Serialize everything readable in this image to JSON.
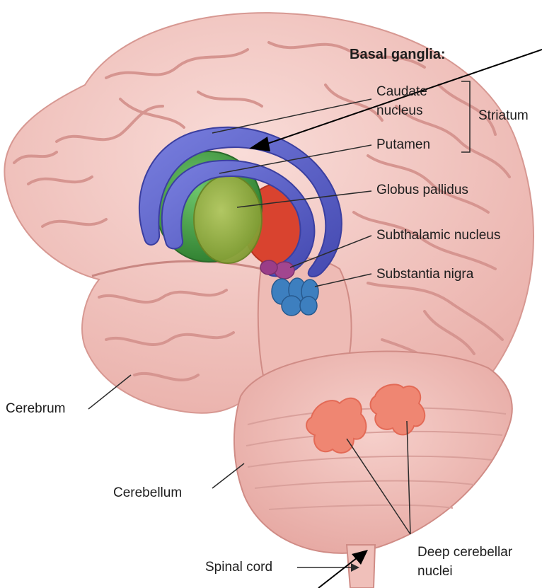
{
  "heading": "Basal ganglia:",
  "labels": {
    "caudate_line1": "Caudate",
    "caudate_line2": "nucleus",
    "striatum": "Striatum",
    "putamen": "Putamen",
    "globus_pallidus": "Globus pallidus",
    "subthalamic_nucleus": "Subthalamic nucleus",
    "substantia_nigra": "Substantia nigra",
    "cerebrum": "Cerebrum",
    "cerebellum": "Cerebellum",
    "spinal_cord": "Spinal cord",
    "deep_cerebellar_line1": "Deep cerebellar",
    "deep_cerebellar_line2": "nuclei"
  },
  "colors": {
    "brain": "#f3c4bf",
    "brain_fold": "#d89a96",
    "caudate": "#5b5fc7",
    "putamen": "#3f9a3f",
    "globus_pallidus": "#8fae3a",
    "red_nucleus": "#d9432f",
    "subthalamic": "#a2468f",
    "substantia_nigra": "#3d7fbf",
    "deep_nuclei": "#f08a78",
    "leader_line": "#2b2b2b",
    "arrow": "#000000"
  }
}
